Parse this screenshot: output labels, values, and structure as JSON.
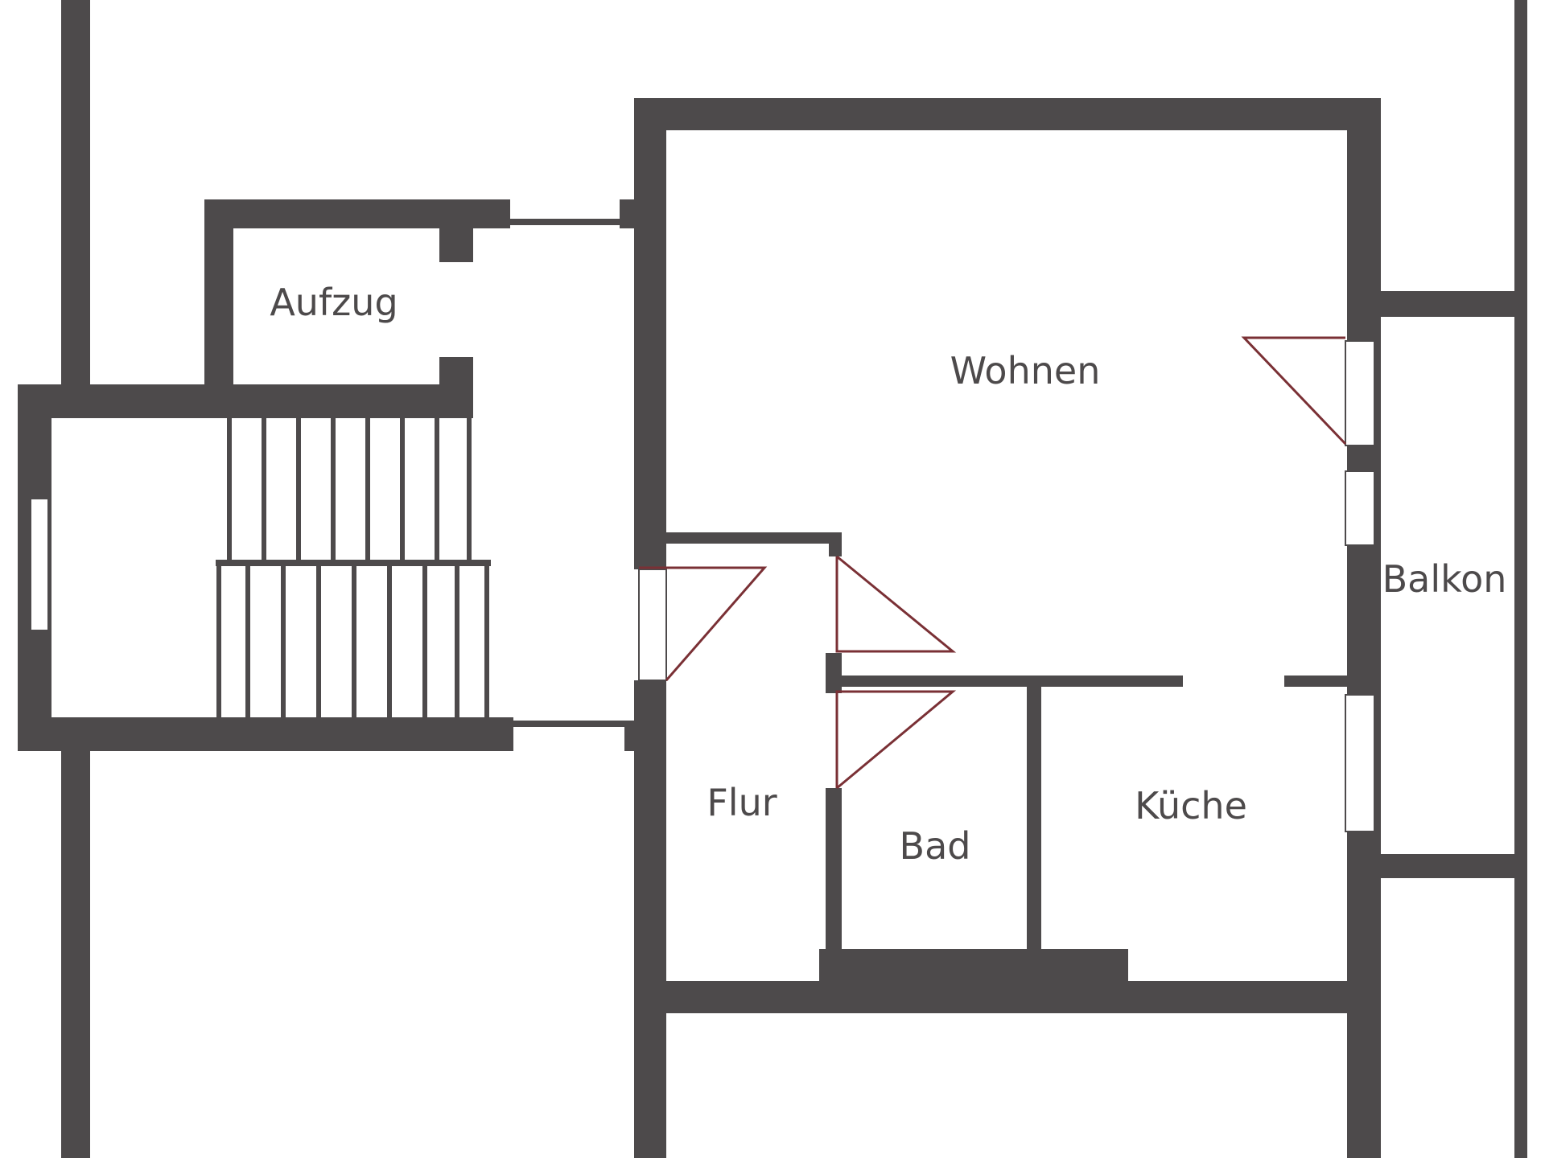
{
  "rooms": {
    "aufzug": "Aufzug",
    "wohnen": "Wohnen",
    "balkon": "Balkon",
    "flur": "Flur",
    "bad": "Bad",
    "kueche": "Küche"
  },
  "colors": {
    "wall": "#4d4a4b",
    "door_swing": "#7a3035",
    "background": "#ffffff"
  }
}
